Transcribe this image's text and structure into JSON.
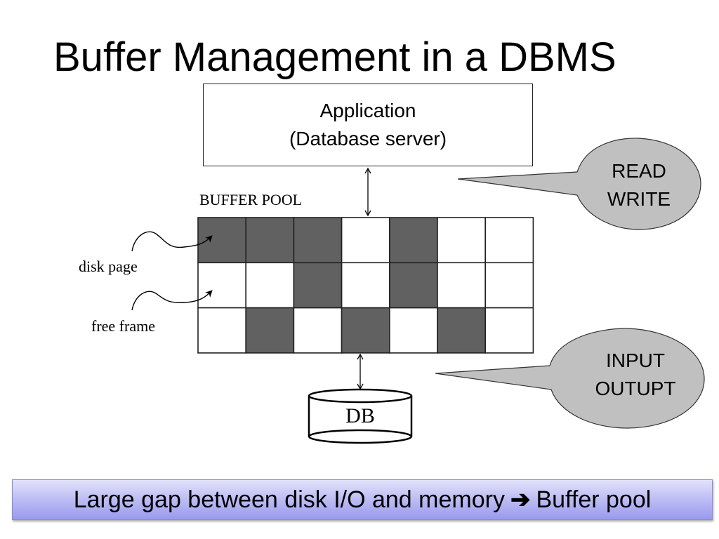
{
  "slide": {
    "title": "Buffer Management in a DBMS"
  },
  "application_box": {
    "line1": "Application",
    "line2": "(Database server)"
  },
  "buffer_pool": {
    "label": "BUFFER POOL",
    "rows": 3,
    "cols": 7,
    "frames": [
      [
        "disk page",
        "disk page",
        "disk page",
        "free frame",
        "disk page",
        "free frame",
        "free frame"
      ],
      [
        "free frame",
        "free frame",
        "disk page",
        "free frame",
        "disk page",
        "free frame",
        "free frame"
      ],
      [
        "free frame",
        "disk page",
        "free frame",
        "disk page",
        "free frame",
        "disk page",
        "free frame"
      ]
    ],
    "colors": {
      "disk_page": "#616161",
      "free_frame": "#ffffff",
      "border": "#222222"
    }
  },
  "legend": {
    "disk_page_label": "disk page",
    "free_frame_label": "free frame"
  },
  "callouts": {
    "read_write": {
      "line1": "READ",
      "line2": "WRITE"
    },
    "input_output": {
      "line1": "INPUT",
      "line2": "OUTUPT"
    },
    "fill_color": "#c0c0c0"
  },
  "database": {
    "label": "DB"
  },
  "banner": {
    "text_left": "Large gap between disk I/O and memory",
    "arrow": "➔",
    "text_right": "Buffer pool",
    "color": "#b4b4f2"
  }
}
